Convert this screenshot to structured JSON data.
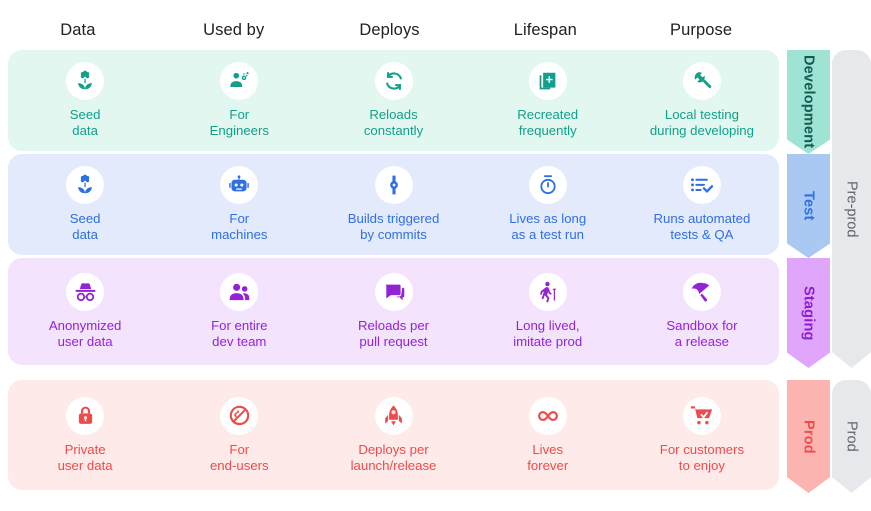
{
  "header": {
    "columns": [
      {
        "label": "Data"
      },
      {
        "label": "Used by"
      },
      {
        "label": "Deploys"
      },
      {
        "label": "Lifespan"
      },
      {
        "label": "Purpose"
      }
    ]
  },
  "colors": {
    "development_accent": "#12a08a",
    "development_band": "#e2f7f0",
    "development_chevron": "#9fe3d4",
    "test_accent": "#2f6fe4",
    "test_band": "#e3eafb",
    "test_chevron": "#a9c8f2",
    "staging_accent": "#9224d6",
    "staging_band": "#f4e3fd",
    "staging_chevron": "#e0a6fb",
    "prod_accent": "#ef4b4b",
    "prod_band": "#fdeae9",
    "prod_chevron": "#fcb4b1",
    "group_block": "#e6e8ec",
    "group_text": "#5f6368",
    "header_text": "#202124"
  },
  "rows": [
    {
      "id": "development",
      "stage_label": "Development",
      "cells": [
        {
          "icon": "flower-seedling-icon",
          "label": "Seed\ndata"
        },
        {
          "icon": "engineer-gear-person-icon",
          "label": "For\nEngineers"
        },
        {
          "icon": "refresh-loop-icon",
          "label": "Reloads\nconstantly"
        },
        {
          "icon": "duplicate-add-icon",
          "label": "Recreated\nfrequently"
        },
        {
          "icon": "wrench-icon",
          "label": "Local testing\nduring developing"
        }
      ]
    },
    {
      "id": "test",
      "stage_label": "Test",
      "cells": [
        {
          "icon": "flower-seedling-icon",
          "label": "Seed\ndata"
        },
        {
          "icon": "robot-icon",
          "label": "For\nmachines"
        },
        {
          "icon": "git-commit-icon",
          "label": "Builds triggered\nby commits"
        },
        {
          "icon": "stopwatch-icon",
          "label": "Lives as long\nas a test run"
        },
        {
          "icon": "checklist-icon",
          "label": "Runs automated\ntests & QA"
        }
      ]
    },
    {
      "id": "staging",
      "stage_label": "Staging",
      "cells": [
        {
          "icon": "incognito-icon",
          "label": "Anonymized\nuser data"
        },
        {
          "icon": "people-group-icon",
          "label": "For entire\ndev team"
        },
        {
          "icon": "chat-bubbles-icon",
          "label": "Reloads per\npull request"
        },
        {
          "icon": "elderly-person-icon",
          "label": "Long lived,\nimitate prod"
        },
        {
          "icon": "umbrella-icon",
          "label": "Sandbox for\na release"
        }
      ]
    },
    {
      "id": "prod",
      "stage_label": "Prod",
      "cells": [
        {
          "icon": "lock-icon",
          "label": "Private\nuser data"
        },
        {
          "icon": "globe-block-icon",
          "label": "For\nend-users"
        },
        {
          "icon": "rocket-icon",
          "label": "Deploys per\nlaunch/release"
        },
        {
          "icon": "infinity-icon",
          "label": "Lives\nforever"
        },
        {
          "icon": "shopping-cart-icon",
          "label": "For customers\nto enjoy"
        }
      ]
    }
  ],
  "groups": [
    {
      "id": "pre-prod",
      "label": "Pre-prod"
    },
    {
      "id": "prod",
      "label": "Prod"
    }
  ]
}
